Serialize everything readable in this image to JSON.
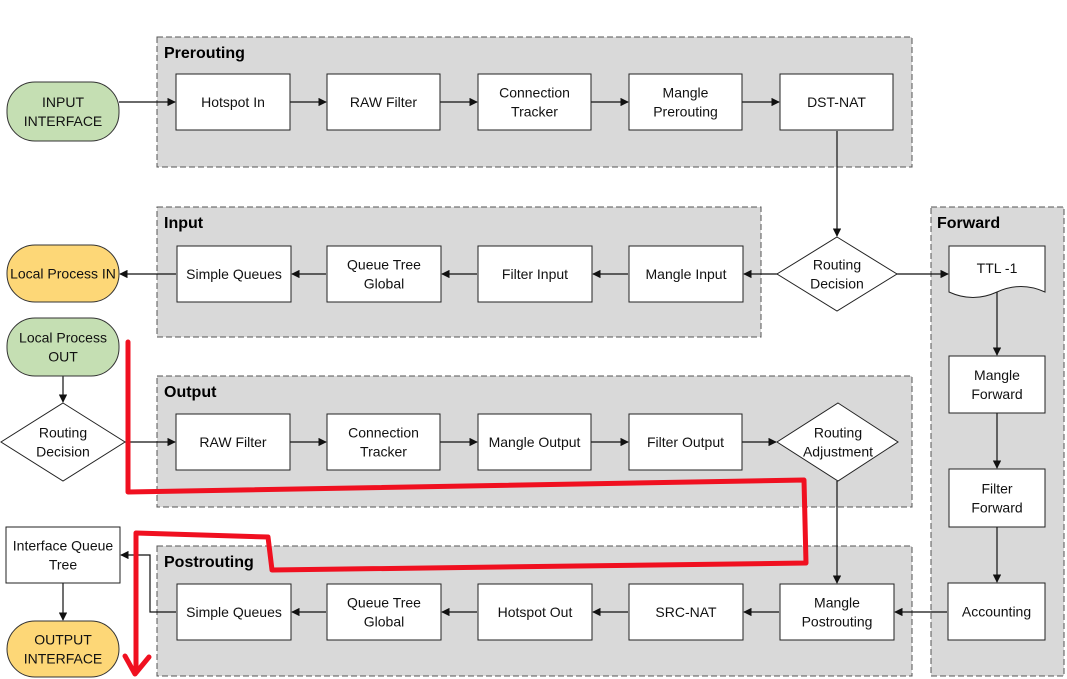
{
  "groups": {
    "prerouting": "Prerouting",
    "input": "Input",
    "output": "Output",
    "postrouting": "Postrouting",
    "forward": "Forward"
  },
  "terminals": {
    "input_interface": [
      "INPUT",
      "INTERFACE"
    ],
    "local_process_in": [
      "Local Process IN"
    ],
    "local_process_out": [
      "Local Process",
      "OUT"
    ],
    "output_interface": [
      "OUTPUT",
      "INTERFACE"
    ]
  },
  "prerouting": {
    "hotspot_in": [
      "Hotspot In"
    ],
    "raw_filter": [
      "RAW Filter"
    ],
    "connection_tracker": [
      "Connection",
      "Tracker"
    ],
    "mangle_prerouting": [
      "Mangle",
      "Prerouting"
    ],
    "dst_nat": [
      "DST-NAT"
    ]
  },
  "routing_decision_main": [
    "Routing",
    "Decision"
  ],
  "input": {
    "simple_queues": [
      "Simple Queues"
    ],
    "queue_tree_global": [
      "Queue Tree",
      "Global"
    ],
    "filter_input": [
      "Filter Input"
    ],
    "mangle_input": [
      "Mangle Input"
    ]
  },
  "routing_decision_local": [
    "Routing",
    "Decision"
  ],
  "output": {
    "raw_filter": [
      "RAW Filter"
    ],
    "connection_tracker": [
      "Connection",
      "Tracker"
    ],
    "mangle_output": [
      "Mangle Output"
    ],
    "filter_output": [
      "Filter Output"
    ],
    "routing_adjustment": [
      "Routing",
      "Adjustment"
    ]
  },
  "forward": {
    "ttl": [
      "TTL -1"
    ],
    "mangle_forward": [
      "Mangle",
      "Forward"
    ],
    "filter_forward": [
      "Filter",
      "Forward"
    ],
    "accounting": [
      "Accounting"
    ]
  },
  "postrouting": {
    "simple_queues": [
      "Simple Queues"
    ],
    "queue_tree_global": [
      "Queue Tree",
      "Global"
    ],
    "hotspot_out": [
      "Hotspot Out"
    ],
    "src_nat": [
      "SRC-NAT"
    ],
    "mangle_postrouting": [
      "Mangle",
      "Postrouting"
    ]
  },
  "interface_queue_tree": [
    "Interface Queue",
    "Tree"
  ],
  "colors": {
    "group_fill": "#d9d9d9",
    "terminal_green": "#c5dfb3",
    "terminal_yellow": "#fdd777",
    "highlight_red": "#f01020"
  }
}
